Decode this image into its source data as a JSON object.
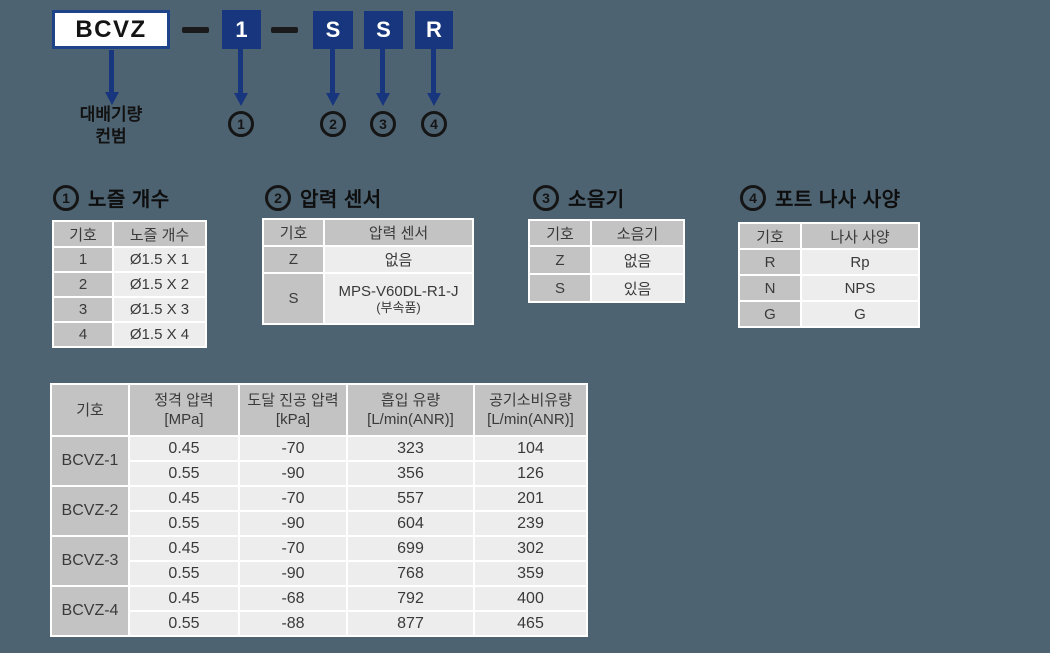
{
  "colors": {
    "page_background": "#4d6372",
    "code_box_navy": "#17367d",
    "code_box_border_blue": "#1e4389",
    "arrow_blue": "#17367d",
    "table_header_gray": "#c3c3c3",
    "table_cell_light": "#ededed",
    "table_border_white": "#ffffff"
  },
  "model_code": {
    "base": "BCVZ",
    "separator": "—",
    "segments": [
      "1",
      "S",
      "S",
      "R"
    ],
    "base_caption_line1": "대배기량",
    "base_caption_line2": "컨범",
    "callouts": [
      "1",
      "2",
      "3",
      "4"
    ]
  },
  "option_tables": [
    {
      "number": "1",
      "title": "노즐 개수",
      "headers": [
        "기호",
        "노즐 개수"
      ],
      "rows": [
        [
          "1",
          "Ø1.5 X 1"
        ],
        [
          "2",
          "Ø1.5 X 2"
        ],
        [
          "3",
          "Ø1.5 X 3"
        ],
        [
          "4",
          "Ø1.5 X 4"
        ]
      ]
    },
    {
      "number": "2",
      "title": "압력 센서",
      "headers": [
        "기호",
        "압력 센서"
      ],
      "rows": [
        [
          "Z",
          "없음"
        ],
        [
          "S",
          "MPS-V60DL-R1-J",
          "(부속품)"
        ]
      ]
    },
    {
      "number": "3",
      "title": "소음기",
      "headers": [
        "기호",
        "소음기"
      ],
      "rows": [
        [
          "Z",
          "없음"
        ],
        [
          "S",
          "있음"
        ]
      ]
    },
    {
      "number": "4",
      "title": "포트 나사 사양",
      "headers": [
        "기호",
        "나사 사양"
      ],
      "rows": [
        [
          "R",
          "Rp"
        ],
        [
          "N",
          "NPS"
        ],
        [
          "G",
          "G"
        ]
      ]
    }
  ],
  "spec_table": {
    "col_headers": [
      {
        "line1": "기호",
        "line2": ""
      },
      {
        "line1": "정격 압력",
        "line2": "[MPa]"
      },
      {
        "line1": "도달 진공 압력",
        "line2": "[kPa]"
      },
      {
        "line1": "흡입 유량",
        "line2": "[L/min(ANR)]"
      },
      {
        "line1": "공기소비유량",
        "line2": "[L/min(ANR)]"
      }
    ],
    "groups": [
      {
        "model": "BCVZ-1",
        "rows": [
          [
            "0.45",
            "-70",
            "323",
            "104"
          ],
          [
            "0.55",
            "-90",
            "356",
            "126"
          ]
        ]
      },
      {
        "model": "BCVZ-2",
        "rows": [
          [
            "0.45",
            "-70",
            "557",
            "201"
          ],
          [
            "0.55",
            "-90",
            "604",
            "239"
          ]
        ]
      },
      {
        "model": "BCVZ-3",
        "rows": [
          [
            "0.45",
            "-70",
            "699",
            "302"
          ],
          [
            "0.55",
            "-90",
            "768",
            "359"
          ]
        ]
      },
      {
        "model": "BCVZ-4",
        "rows": [
          [
            "0.45",
            "-68",
            "792",
            "400"
          ],
          [
            "0.55",
            "-88",
            "877",
            "465"
          ]
        ]
      }
    ]
  }
}
